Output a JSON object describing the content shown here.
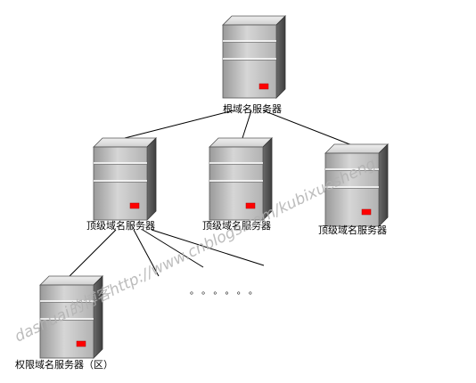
{
  "nodes": {
    "root": {
      "label": "根域名服务器"
    },
    "tld1": {
      "label": "顶级域名服务器"
    },
    "tld2": {
      "label": "顶级域名服务器"
    },
    "tld3": {
      "label": "顶级域名服务器"
    },
    "auth": {
      "label": "权限域名服务器（区）"
    }
  },
  "ellipsis": "。 。 。 。 。 。",
  "watermark": "dashuai的博客http://www.cnblogs.com/kubixuesheng/",
  "colors": {
    "server_front": "#c4c4c4",
    "server_side": "#5c5c5c",
    "server_top": "#e3e3e3",
    "indicator": "#ff0000",
    "line": "#000000",
    "watermark": "#b0b0b0"
  }
}
